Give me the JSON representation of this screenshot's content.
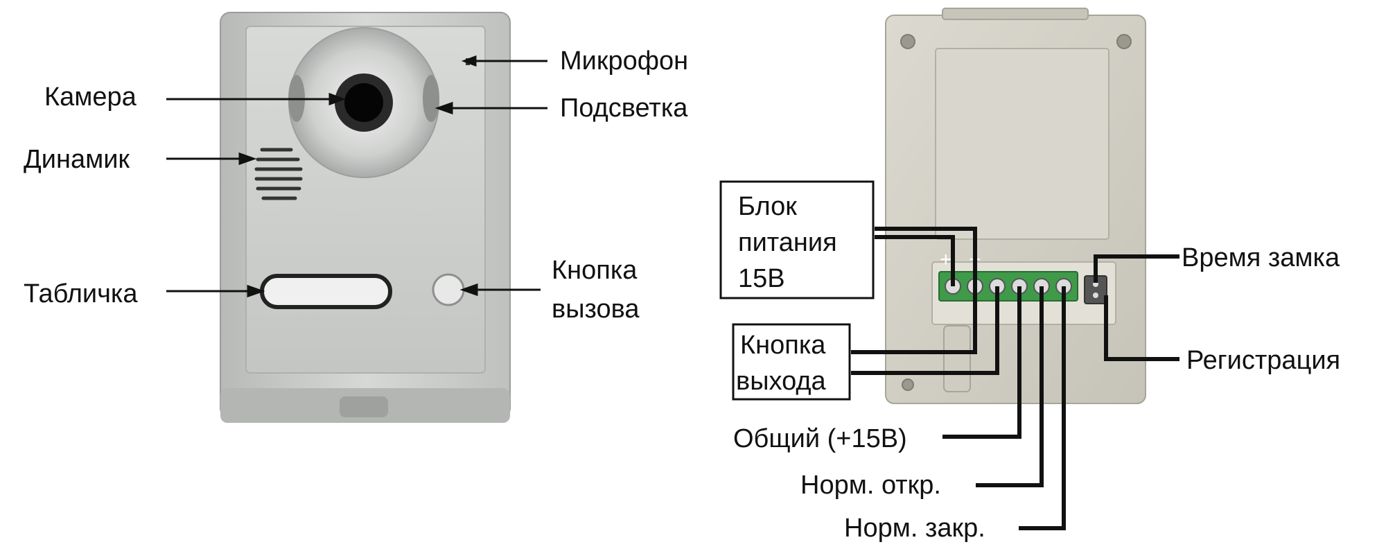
{
  "front_panel": {
    "labels": {
      "microphone": "Микрофон",
      "camera": "Камера",
      "backlight": "Подсветка",
      "speaker": "Динамик",
      "nameplate": "Табличка",
      "call_button_line1": "Кнопка",
      "call_button_line2": "вызова"
    }
  },
  "back_panel": {
    "labels": {
      "power_line1": "Блок",
      "power_line2": "питания",
      "power_line3": "15В",
      "plus_sign": "+",
      "minus_sign": "−",
      "exit_button_line1": "Кнопка",
      "exit_button_line2": "выхода",
      "common": "Общий (+15В)",
      "normally_open": "Норм. откр.",
      "normally_closed": "Норм. закр.",
      "lock_time": "Время замка",
      "registration": "Регистрация"
    }
  },
  "colors": {
    "front_body": "#c9cbc9",
    "back_body": "#d2d0c4",
    "terminal_green": "#3f9a4a",
    "leader_line": "#111111"
  }
}
